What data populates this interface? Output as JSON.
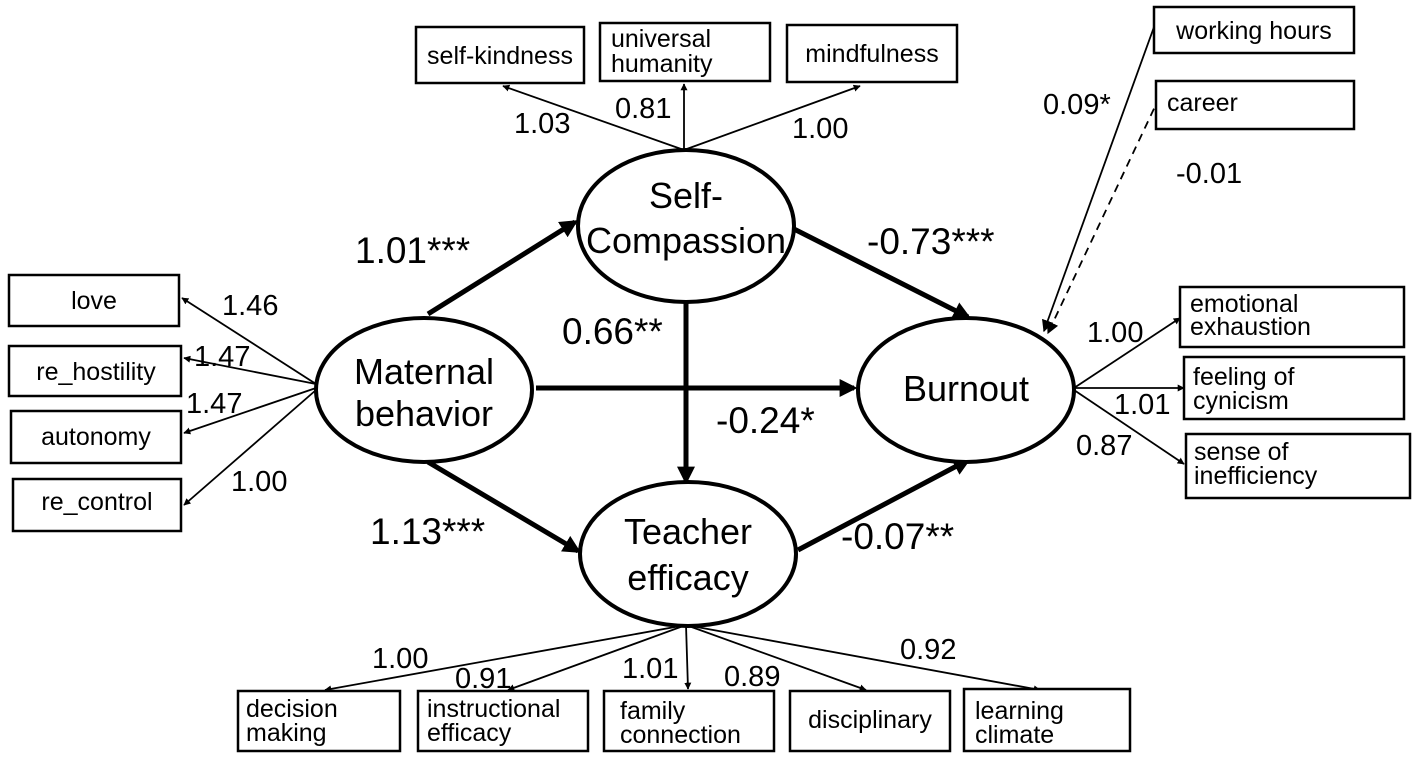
{
  "latent": {
    "maternal": [
      "Maternal",
      "behavior"
    ],
    "self_compassion": [
      "Self-",
      "Compassion"
    ],
    "teacher_efficacy": [
      "Teacher",
      "efficacy"
    ],
    "burnout": [
      "Burnout"
    ]
  },
  "indicators": {
    "maternal": [
      "love",
      "re_hostility",
      "autonomy",
      "re_control"
    ],
    "self_compassion": [
      "self-kindness",
      [
        "universal",
        "humanity"
      ],
      "mindfulness"
    ],
    "teacher_efficacy": [
      [
        "decision",
        "making"
      ],
      [
        "instructional",
        "efficacy"
      ],
      [
        "family",
        "connection"
      ],
      "disciplinary",
      [
        "learning",
        "climate"
      ]
    ],
    "burnout": [
      [
        "emotional",
        "exhaustion"
      ],
      [
        "feeling of",
        "cynicism"
      ],
      [
        "sense of",
        "inefficiency"
      ]
    ],
    "covariates": [
      "working hours",
      "career"
    ]
  },
  "loadings": {
    "maternal": [
      "1.46",
      "1.47",
      "1.47",
      "1.00"
    ],
    "self_compassion": [
      "1.03",
      "0.81",
      "1.00"
    ],
    "teacher_efficacy": [
      "1.00",
      "0.91",
      "1.01",
      "0.89",
      "0.92"
    ],
    "burnout": [
      "1.00",
      "1.01",
      "0.87"
    ],
    "covariates": [
      "0.09*",
      "-0.01"
    ]
  },
  "paths": {
    "maternal_to_self_compassion": "1.01***",
    "self_compassion_to_teacher_efficacy": "0.66**",
    "self_compassion_to_burnout": "-0.73***",
    "maternal_to_burnout": "-0.24*",
    "maternal_to_teacher_efficacy": "1.13***",
    "teacher_efficacy_to_burnout": "-0.07**"
  }
}
